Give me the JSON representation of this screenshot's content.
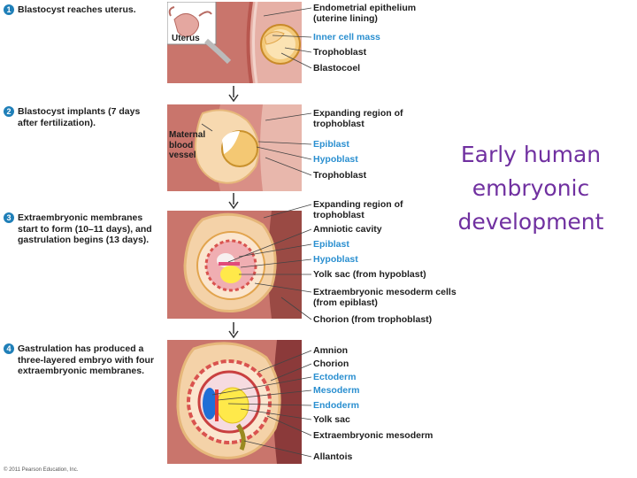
{
  "title": "Early human embryonic development",
  "steps": [
    {
      "num": "1",
      "text": "Blastocyst reaches uterus."
    },
    {
      "num": "2",
      "text": "Blastocyst implants (7 days after fertilization)."
    },
    {
      "num": "3",
      "text": "Extraembryonic membranes start to form (10–11 days), and gastrulation begins (13 days)."
    },
    {
      "num": "4",
      "text": "Gastrulation has produced a three-layered embryo with four extraembryonic membranes."
    }
  ],
  "panel_labels": {
    "uterus": "Uterus",
    "maternal_vessel": "Maternal blood vessel"
  },
  "labels1": [
    "Endometrial epithelium (uterine lining)",
    "Inner cell mass",
    "Trophoblast",
    "Blastocoel"
  ],
  "labels2": [
    "Expanding region of trophoblast",
    "Epiblast",
    "Hypoblast",
    "Trophoblast"
  ],
  "labels3": [
    "Expanding region of trophoblast",
    "Amniotic cavity",
    "Epiblast",
    "Hypoblast",
    "Yolk sac (from hypoblast)",
    "Extraembryonic mesoderm cells (from epiblast)",
    "Chorion (from trophoblast)"
  ],
  "labels4": [
    "Amnion",
    "Chorion",
    "Ectoderm",
    "Mesoderm",
    "Endoderm",
    "Yolk sac",
    "Extraembryonic mesoderm",
    "Allantois"
  ],
  "copyright": "© 2011 Pearson Education, Inc.",
  "colors": {
    "title": "#7030a0",
    "step_badge": "#1f7fb8",
    "blue_label": "#2a8fd0",
    "tissue": "#c97a73",
    "dark_tissue": "#8b3a3a"
  }
}
